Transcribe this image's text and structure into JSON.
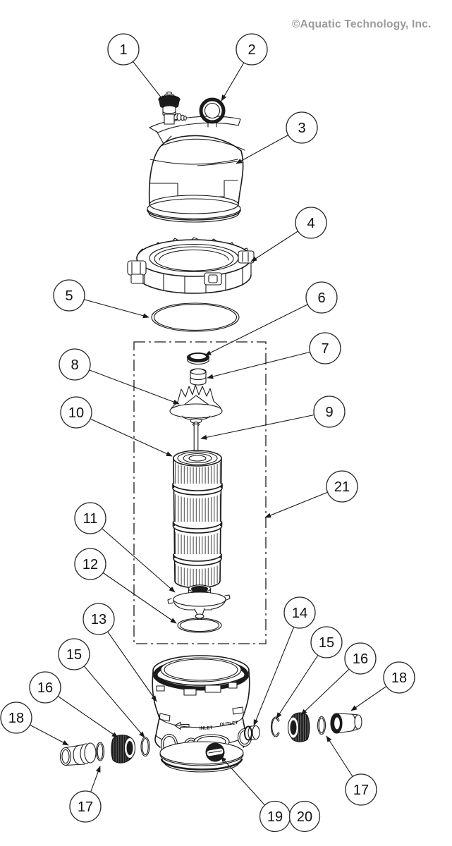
{
  "page": {
    "background": "#ffffff"
  },
  "header": {
    "copyright": "©Aquatic Technology, Inc.",
    "copyright_color": "#9a9a9a"
  },
  "colors": {
    "line": "#1a1a1a",
    "dark_fill": "#1b1b1b"
  },
  "tank_labels": {
    "inlet": "INLET",
    "outlet": "OUTLET"
  },
  "callouts": [
    "1",
    "2",
    "3",
    "4",
    "5",
    "6",
    "7",
    "8",
    "10",
    "9",
    "21",
    "11",
    "12",
    "13",
    "15",
    "16",
    "18",
    "17",
    "14",
    "15",
    "16",
    "18",
    "17",
    "19",
    "20"
  ]
}
